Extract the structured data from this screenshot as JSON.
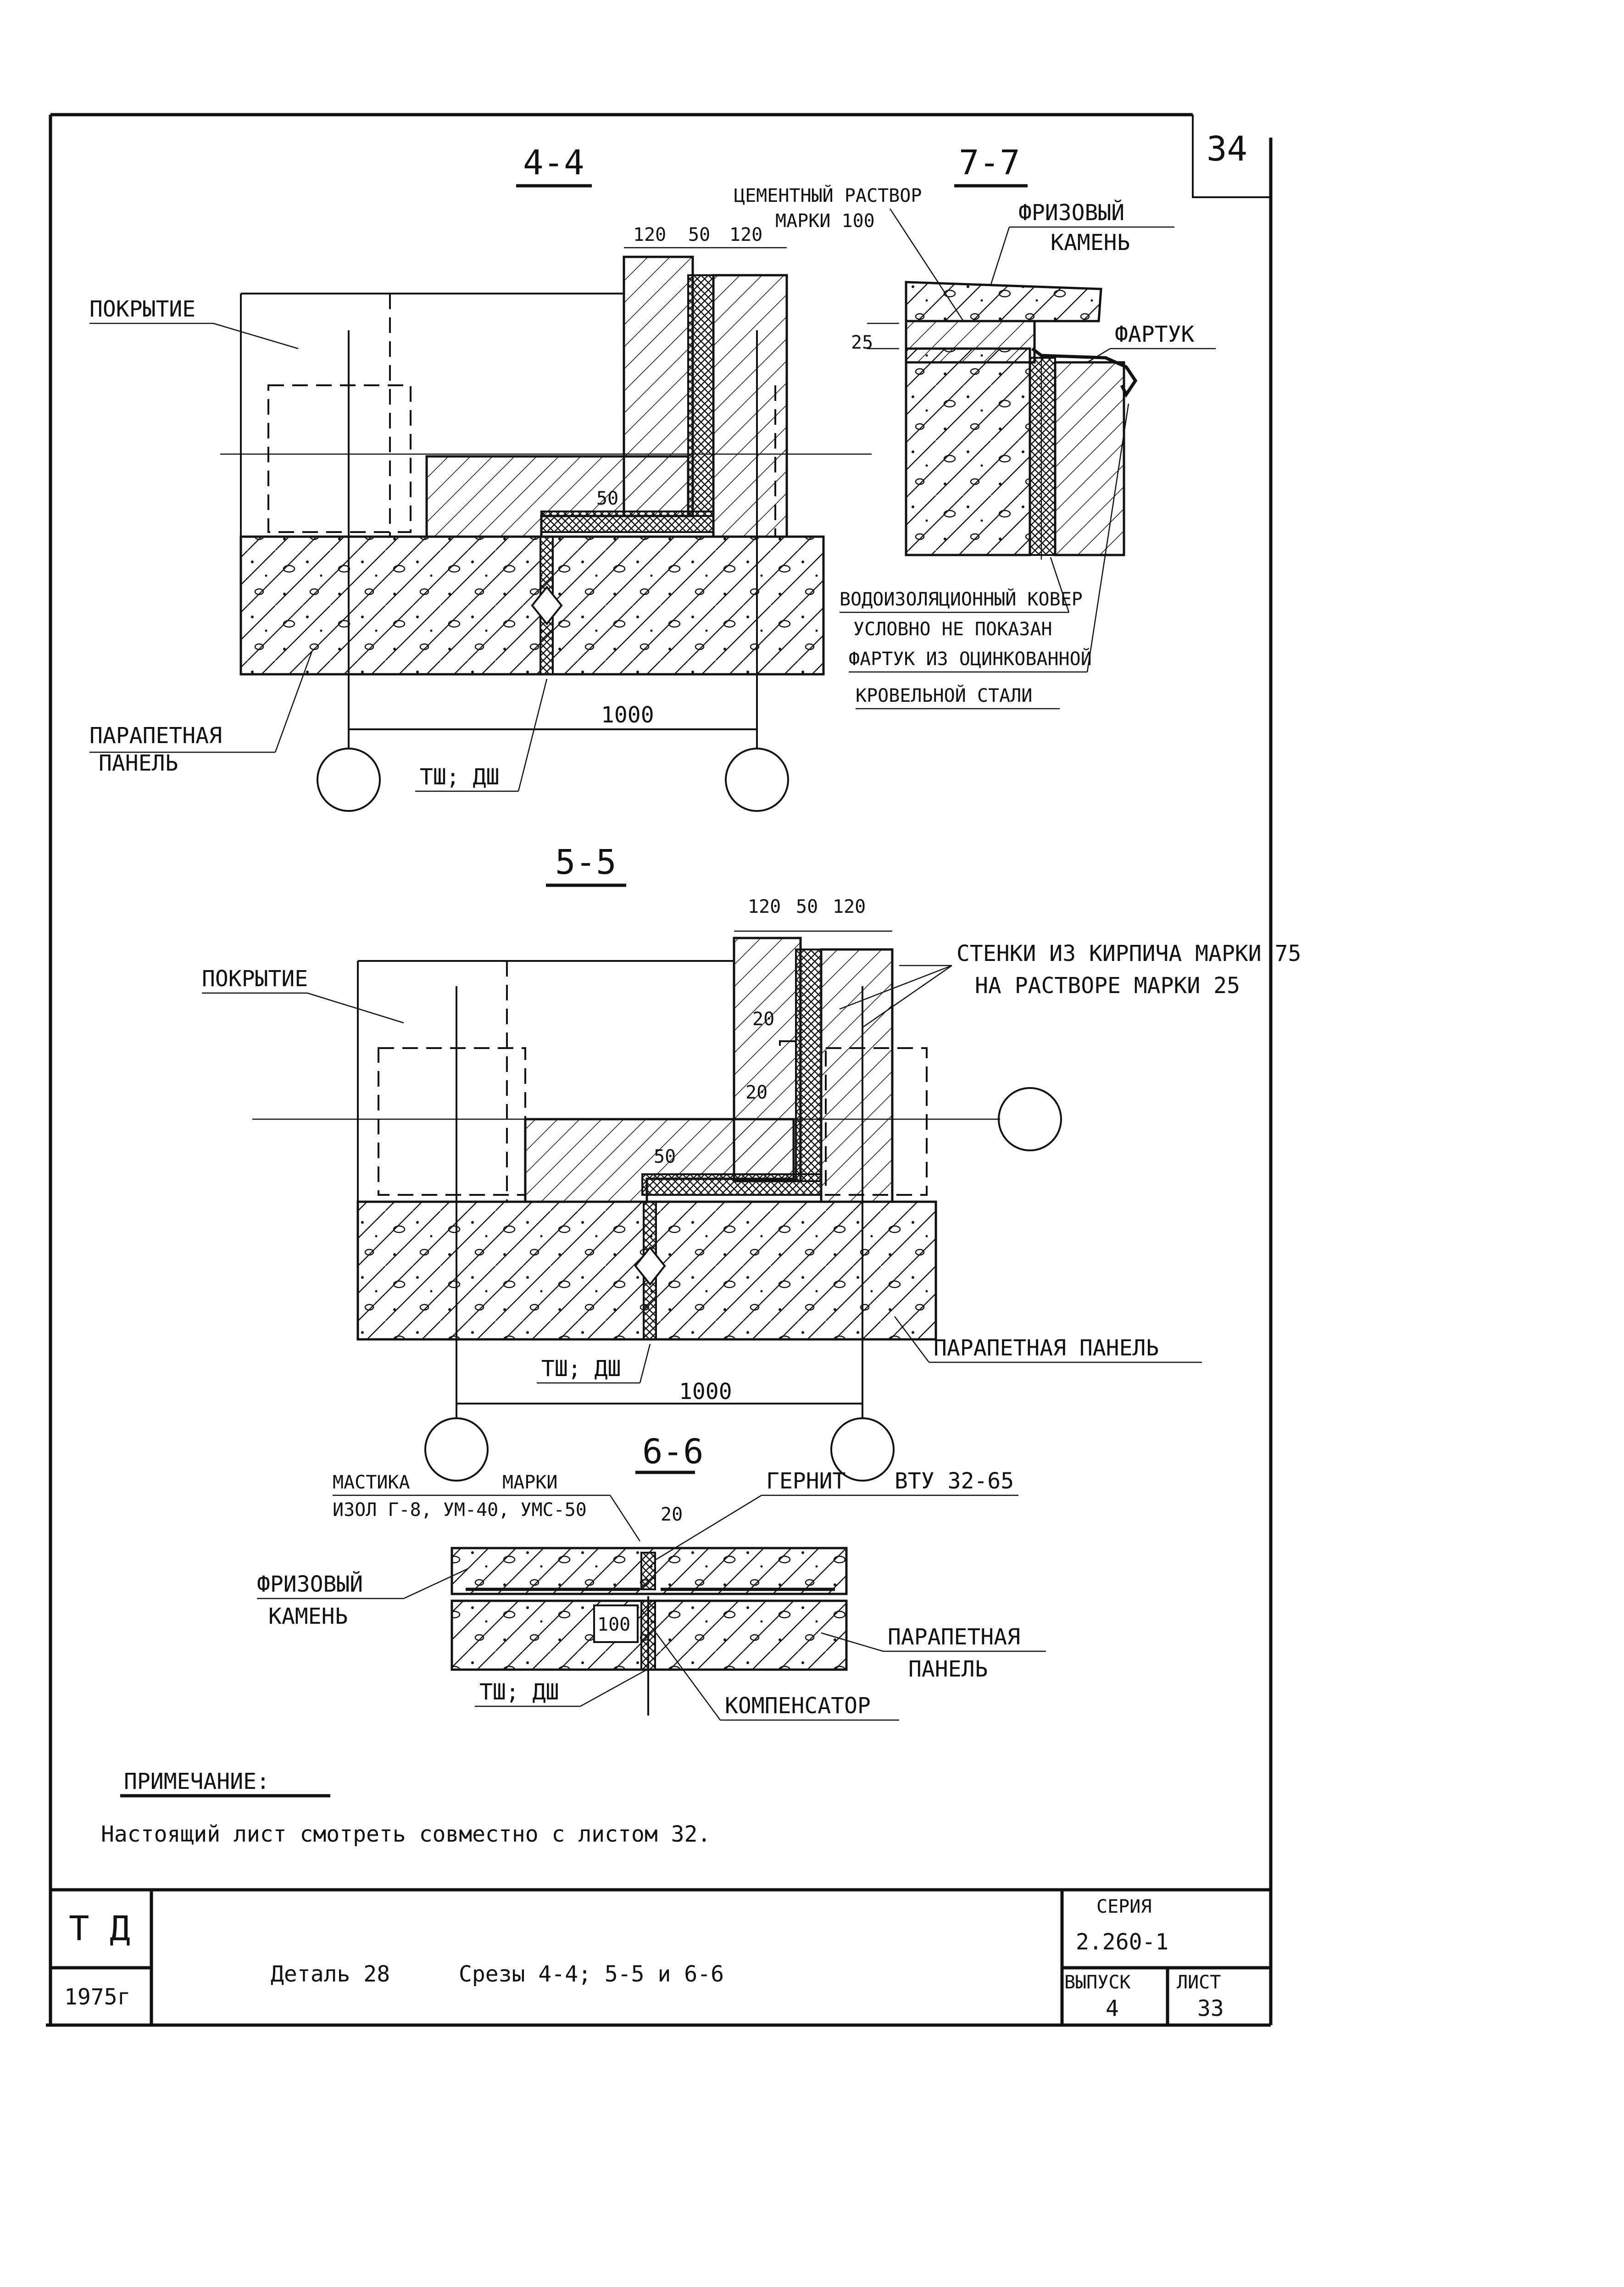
{
  "sheet_number": "34",
  "sections": {
    "s44": {
      "title": "4-4",
      "label_roof": "ПОКРЫТИЕ",
      "label_panel_1": "ПАРАПЕТНАЯ",
      "label_panel_2": "ПАНЕЛЬ",
      "label_joint": "ТШ; ДШ",
      "dim_span": "1000",
      "dim_a": "120",
      "dim_b": "50",
      "dim_c": "120",
      "dim_thk": "50"
    },
    "s77": {
      "title": "7-7",
      "label_mortar_1": "ЦЕМЕНТНЫЙ РАСТВОР",
      "label_mortar_2": "МАРКИ 100",
      "label_stone_1": "ФРИЗОВЫЙ",
      "label_stone_2": "КАМЕНЬ",
      "label_apron": "ФАРТУК",
      "dim_25": "25",
      "note_1": "ВОДОИЗОЛЯЦИОННЫЙ КОВЕР",
      "note_2": "УСЛОВНО НЕ ПОКАЗАН",
      "note_3": "ФАРТУК ИЗ ОЦИНКОВАННОЙ",
      "note_4": "КРОВЕЛЬНОЙ СТАЛИ"
    },
    "s55": {
      "title": "5-5",
      "label_roof": "ПОКРЫТИЕ",
      "label_walls_1": "СТЕНКИ ИЗ КИРПИЧА МАРКИ 75",
      "label_walls_2": "НА РАСТВОРЕ МАРКИ 25",
      "label_panel": "ПАРАПЕТНАЯ ПАНЕЛЬ",
      "label_joint": "ТШ; ДШ",
      "dim_span": "1000",
      "dim_a": "120",
      "dim_b": "50",
      "dim_c": "120",
      "dim_20a": "20",
      "dim_20b": "20",
      "dim_thk": "50"
    },
    "s66": {
      "title": "6-6",
      "label_mastic_1": "МАСТИКА",
      "label_mastic_2": "МАРКИ",
      "label_mastic_3": "ИЗОЛ Г-8, УМ-40, УМС-50",
      "label_gernit": "ГЕРНИТ",
      "label_vtu": "ВТУ 32-65",
      "dim_20": "20",
      "label_stone_1": "ФРИЗОВЫЙ",
      "label_stone_2": "КАМЕНЬ",
      "dim_100": "100",
      "label_panel_1": "ПАРАПЕТНАЯ",
      "label_panel_2": "ПАНЕЛЬ",
      "label_joint": "ТШ; ДШ",
      "label_comp": "КОМПЕНСАТОР"
    }
  },
  "note": {
    "heading": "ПРИМЕЧАНИЕ:",
    "text": "Настоящий лист смотреть совместно с листом 32."
  },
  "title_block": {
    "org": "Т Д",
    "year": "1975г",
    "title_1": "Деталь 28",
    "title_2": "Срезы 4-4; 5-5 и 6-6",
    "series_label": "СЕРИЯ",
    "series_value": "2.260-1",
    "issue_label": "ВЫПУСК",
    "issue_value": "4",
    "sheet_label": "ЛИСТ",
    "sheet_value": "33"
  }
}
